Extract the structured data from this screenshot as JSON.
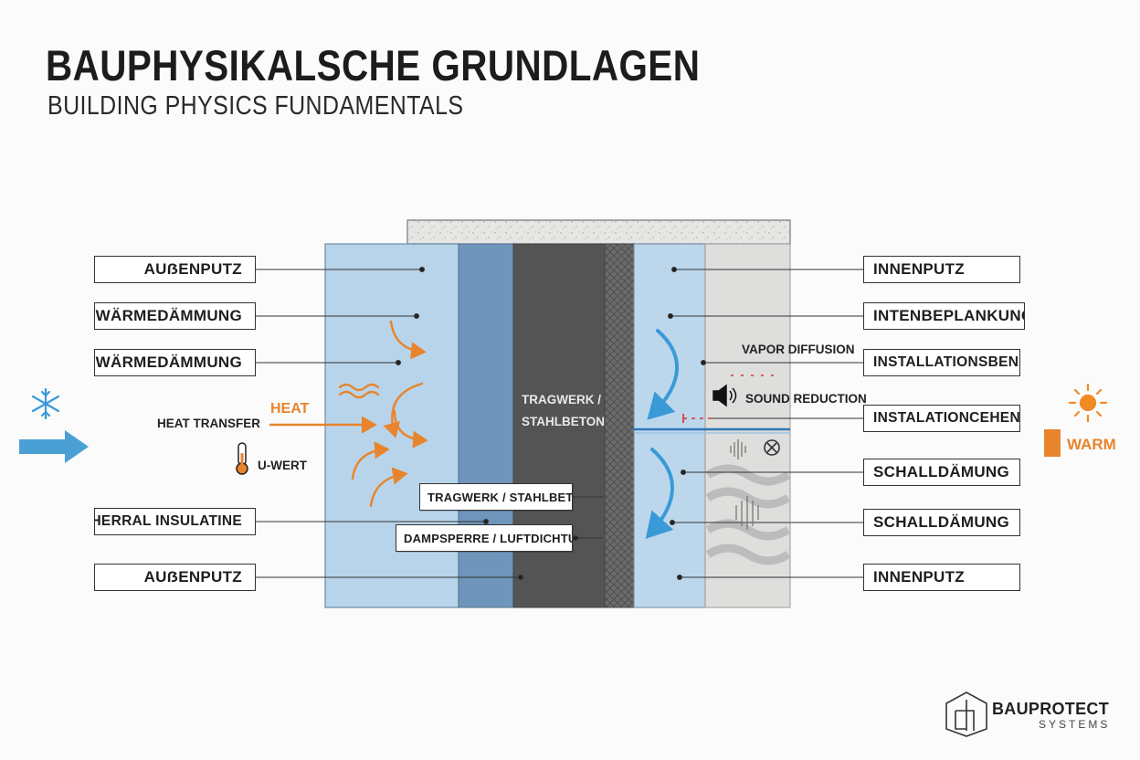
{
  "title": "BAUPHYSIKALSCHE GRUNDLAGEN",
  "subtitle": "BUILDING PHYSICS FUNDAMENTALS",
  "left_labels": [
    "AUẞENPUTZ",
    "WÄRMEDÄMMUNG",
    "WÄRMEDÄMMUNG",
    "THERRAL INSULATINE",
    "AUẞENPUTZ"
  ],
  "right_labels": [
    "INNENPUTZ",
    "INTENBEPLANKUNG",
    "INSTALLATIONSBENE",
    "INSTALATIONCEHEN",
    "SCHALLDÄMUNG",
    "SCHALLDÄMUNG",
    "INNENPUTZ"
  ],
  "inner_labels": {
    "tragwerk": "TRAGWERK / STAHLBETON",
    "dampsperre": "DAMPSPERRE / LUFTDICHTUNG"
  },
  "wall_text": {
    "line1": "TRAGWERK /",
    "line2": "STAHLBETON"
  },
  "annotations": {
    "heat": "HEAT",
    "heat_transfer": "HEAT TRANSFER",
    "u_wert": "U-WERT",
    "vapor_diffusion": "VAPOR DIFFUSION",
    "sound_reduction": "SOUND REDUCTION",
    "warm": "WARM"
  },
  "logo": {
    "name": "BAUPROTECT",
    "tagline": "SYSTEMS"
  },
  "icons": {
    "cold": "snowflake-icon",
    "cold_flow": "arrow-right-icon",
    "warm": "sun-icon",
    "temperature": "thermometer-icon",
    "sound": "speaker-icon",
    "sound_wave": "soundwave-icon",
    "sound_block": "circle-x-icon"
  },
  "colors": {
    "cold_blue": "#4a9fd4",
    "heat_orange": "#e8842c",
    "insulation": "#b8d4ea",
    "structure_blue": "#6f95ba",
    "concrete": "#555555",
    "board": "#dededc",
    "vapor_red": "#d9342b"
  }
}
